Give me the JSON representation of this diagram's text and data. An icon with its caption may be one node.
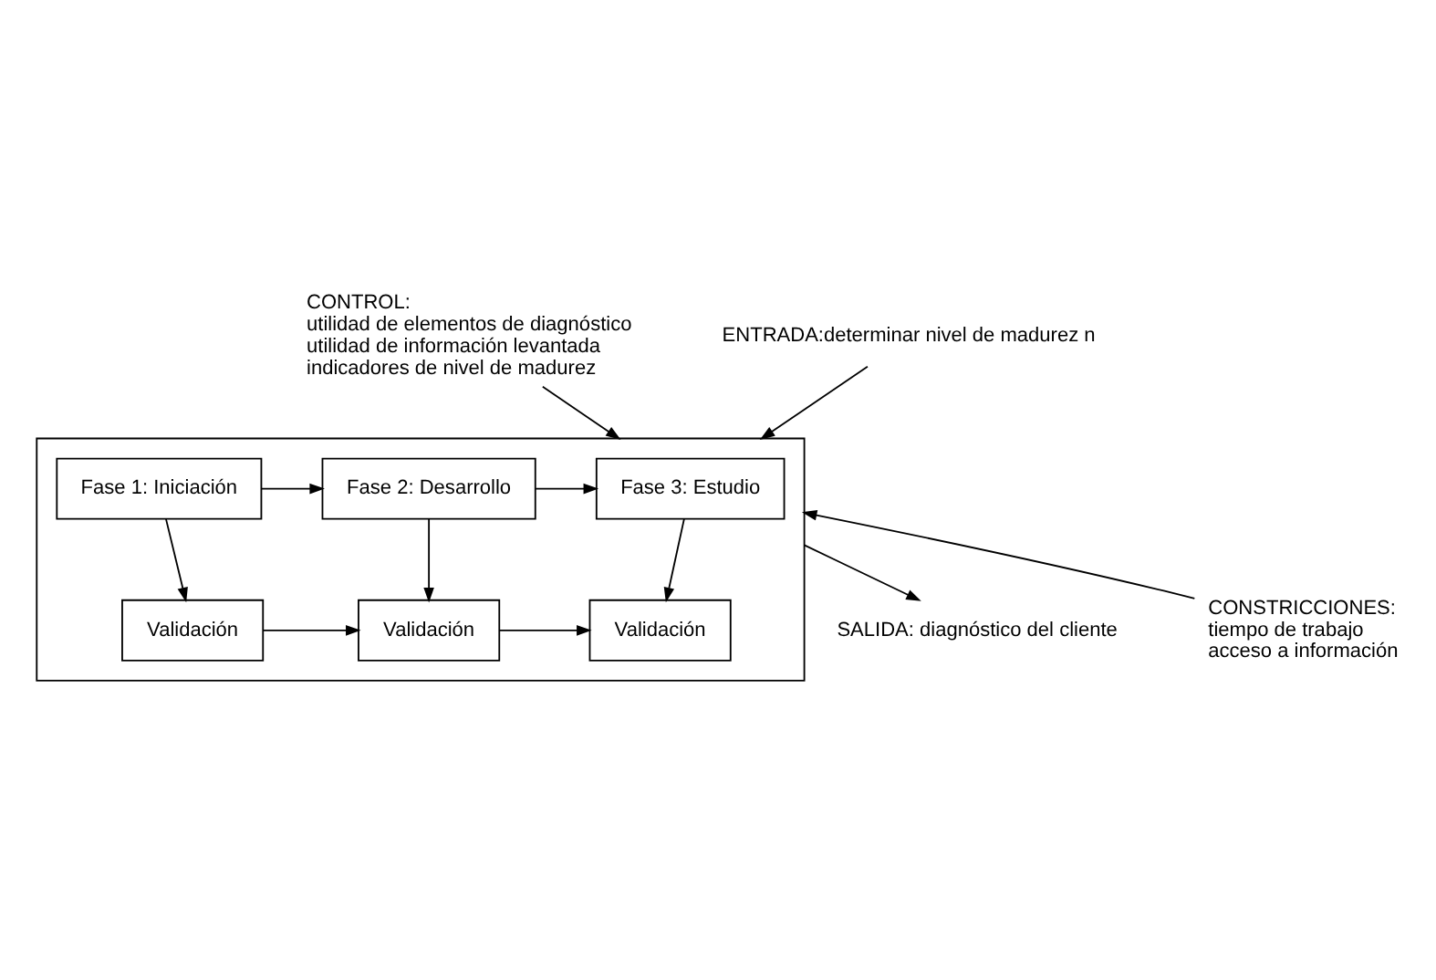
{
  "diagram": {
    "nodes": [
      {
        "text": [],
        "shape": "box"
      },
      {
        "text": [
          "Fase 1: Iniciación"
        ],
        "in": 0
      },
      {
        "text": [
          "Fase 2: Desarrollo"
        ],
        "in": 0
      },
      {
        "text": [
          "Fase 3: Estudio"
        ],
        "in": 0
      },
      {
        "text": [
          "Validación"
        ],
        "in": 0
      },
      {
        "text": [
          "Validación"
        ],
        "in": 0
      },
      {
        "text": [
          "Validación"
        ],
        "in": 0
      },
      {
        "text": [
          "CONTROL:",
          "utilidad de elementos de diagnóstico",
          "utilidad de información levantada",
          "indicadores de nivel de madurez"
        ]
      },
      {
        "text": [
          "ENTRADA:determinar nivel de madurez n"
        ]
      },
      {
        "text": [
          "SALIDA: diagnóstico del cliente"
        ]
      },
      {
        "text": [
          "CONSTRICCIONES:",
          "tiempo de trabajo",
          "acceso a información"
        ]
      }
    ],
    "edges": [
      {
        "from": 7,
        "to": 0,
        "arrow": "to"
      },
      {
        "from": 8,
        "to": 0,
        "arrow": "to"
      },
      {
        "from": 1,
        "to": 2,
        "arrow": "to"
      },
      {
        "from": 2,
        "to": 3,
        "arrow": "to"
      },
      {
        "from": 1,
        "to": 4,
        "arrow": "to"
      },
      {
        "from": 2,
        "to": 5,
        "arrow": "to"
      },
      {
        "from": 3,
        "to": 6,
        "arrow": "to"
      },
      {
        "from": 4,
        "to": 5,
        "arrow": "to"
      },
      {
        "from": 5,
        "to": 6,
        "arrow": "to"
      },
      {
        "from": 0,
        "to": 9,
        "arrow": "to"
      },
      {
        "from": 10,
        "to": 0,
        "arrow": "to"
      }
    ]
  }
}
